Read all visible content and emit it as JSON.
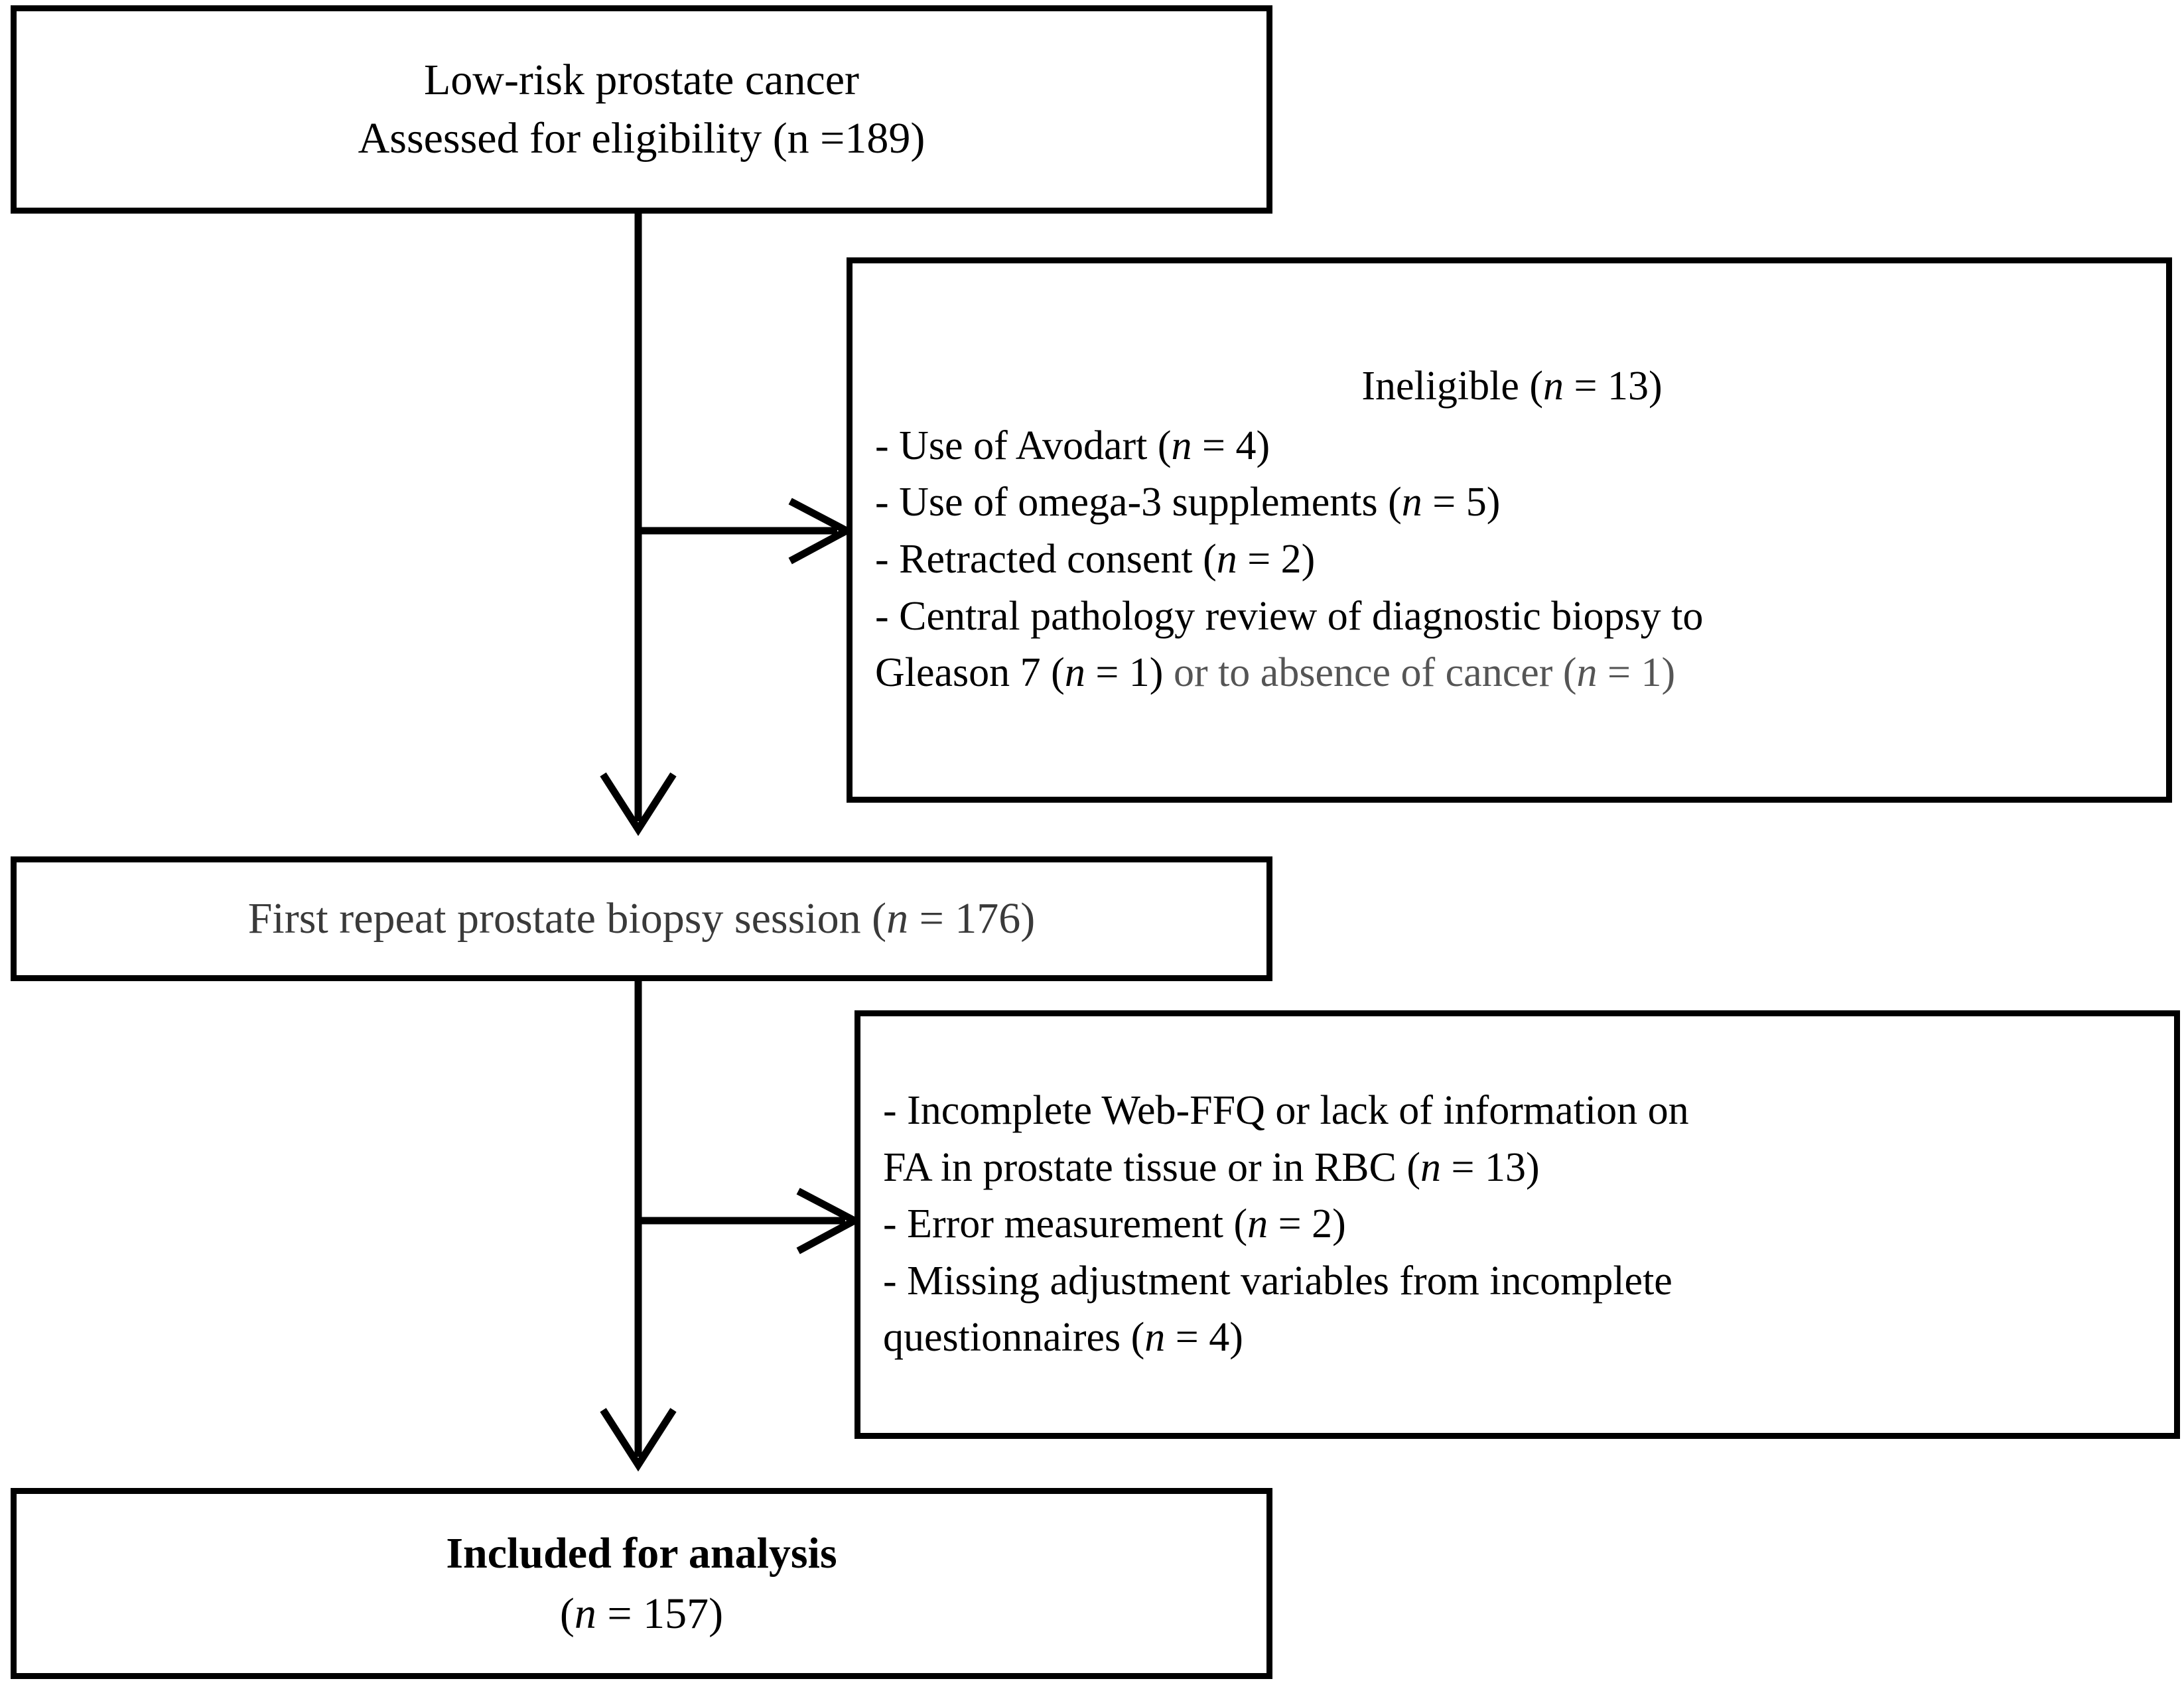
{
  "figure": {
    "type": "flowchart",
    "orientation": "vertical",
    "colors": {
      "border": "#000000",
      "text": "#000000",
      "text_gray": "#555555",
      "text_dark_gray": "#3a3a3a",
      "background": "#ffffff"
    }
  },
  "nodes": {
    "assessed": {
      "line1": "Low-risk prostate cancer",
      "line2": "Assessed for eligibility (n =189)"
    },
    "ineligible": {
      "title": "Ineligible (",
      "title_italic_n": "n",
      "title_tail": " = 13)",
      "items": [
        {
          "prefix": "- Use of Avodart (",
          "italic_n": "n",
          "tail": " = 4)"
        },
        {
          "prefix": "- Use of omega-3 supplements (",
          "italic_n": "n",
          "tail": " = 5)"
        },
        {
          "prefix": "- Retracted consent (",
          "italic_n": "n",
          "tail": " = 2)"
        }
      ],
      "last_item": {
        "line1": "- Central pathology review of diagnostic biopsy to",
        "line2_black_prefix": "Gleason 7 (",
        "line2_black_italic_n": "n",
        "line2_black_tail": " = 1)",
        "line2_gray_prefix": " or to absence of cancer (",
        "line2_gray_italic_n": "n",
        "line2_gray_tail": " = 1)"
      }
    },
    "first_biopsy": {
      "prefix": "First repeat prostate biopsy session (",
      "italic_n": "n",
      "tail": " = 176)"
    },
    "exclusions2": {
      "item1_line1": "- Incomplete Web-FFQ or lack of information on",
      "item1_line2_prefix": "FA in prostate tissue or in RBC (",
      "item1_line2_italic_n": "n",
      "item1_line2_tail": " = 13)",
      "item2_prefix": "- Error measurement (",
      "item2_italic_n": "n",
      "item2_tail": " = 2)",
      "item3_line1": "- Missing adjustment variables from incomplete",
      "item3_line2_prefix": "questionnaires (",
      "item3_line2_italic_n": "n",
      "item3_line2_tail": " = 4)"
    },
    "included": {
      "title": "Included for analysis",
      "count_prefix": "(",
      "count_italic_n": "n",
      "count_tail": " = 157)"
    }
  },
  "flow_counts": {
    "assessed_for_eligibility": 189,
    "ineligible_total": 13,
    "ineligible_avodart": 4,
    "ineligible_omega3": 5,
    "ineligible_retracted_consent": 2,
    "ineligible_pathology_gleason7": 1,
    "ineligible_pathology_no_cancer": 1,
    "first_repeat_biopsy": 176,
    "excluded_incomplete_ffq_or_fa": 13,
    "excluded_error_measurement": 2,
    "excluded_missing_adjustment_vars": 4,
    "included_for_analysis": 157
  }
}
